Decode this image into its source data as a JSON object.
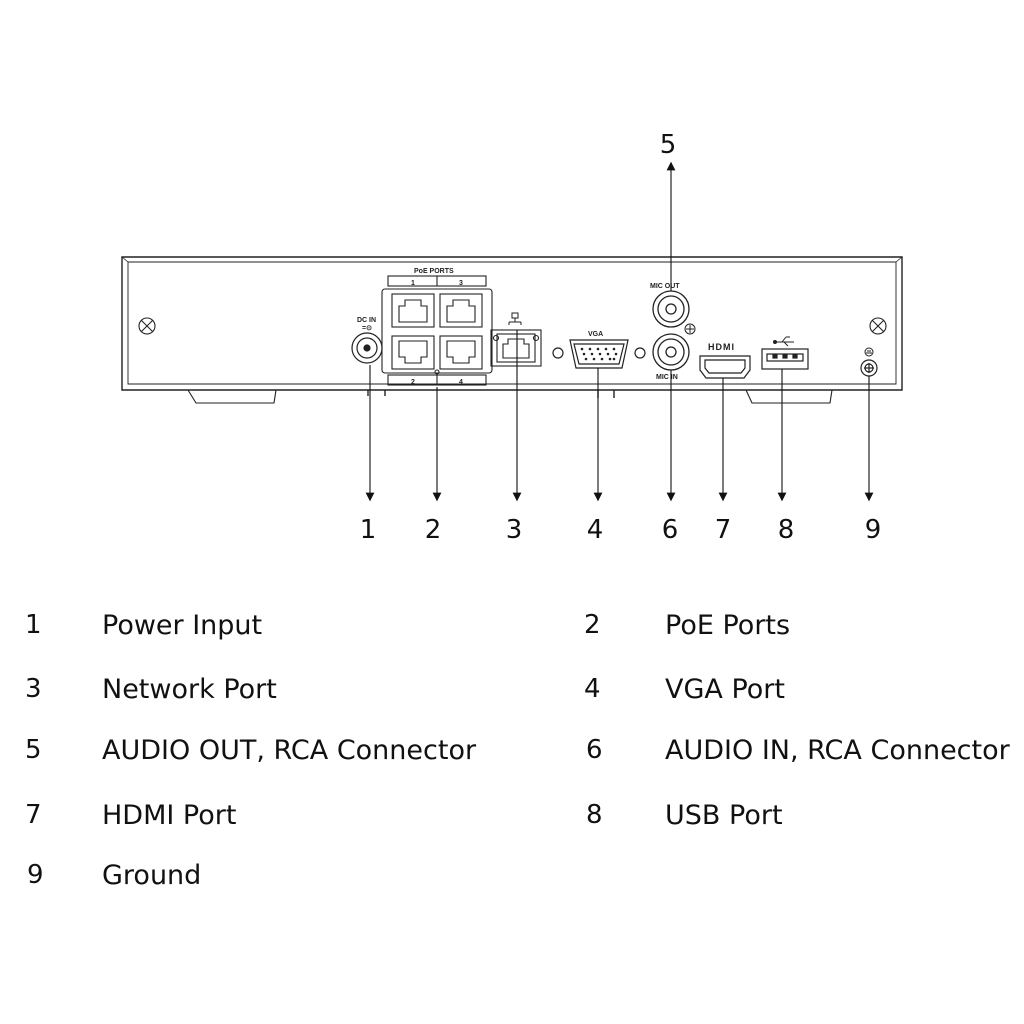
{
  "panel_labels": {
    "dc_in": "DC IN",
    "poe_ports": "PoE PORTS",
    "poe_1": "1",
    "poe_2": "2",
    "poe_3": "3",
    "poe_4": "4",
    "vga": "VGA",
    "mic_out": "MIC OUT",
    "mic_in": "MIC IN",
    "hdmi": "HDMI"
  },
  "callouts": [
    "1",
    "2",
    "3",
    "4",
    "5",
    "6",
    "7",
    "8",
    "9"
  ],
  "legend": [
    {
      "num": "1",
      "label": "Power Input"
    },
    {
      "num": "2",
      "label": "PoE Ports"
    },
    {
      "num": "3",
      "label": "Network Port"
    },
    {
      "num": "4",
      "label": "VGA Port"
    },
    {
      "num": "5",
      "label": "AUDIO OUT, RCA Connector"
    },
    {
      "num": "6",
      "label": "AUDIO IN, RCA Connector"
    },
    {
      "num": "7",
      "label": "HDMI Port"
    },
    {
      "num": "8",
      "label": "USB Port"
    },
    {
      "num": "9",
      "label": "Ground"
    }
  ]
}
